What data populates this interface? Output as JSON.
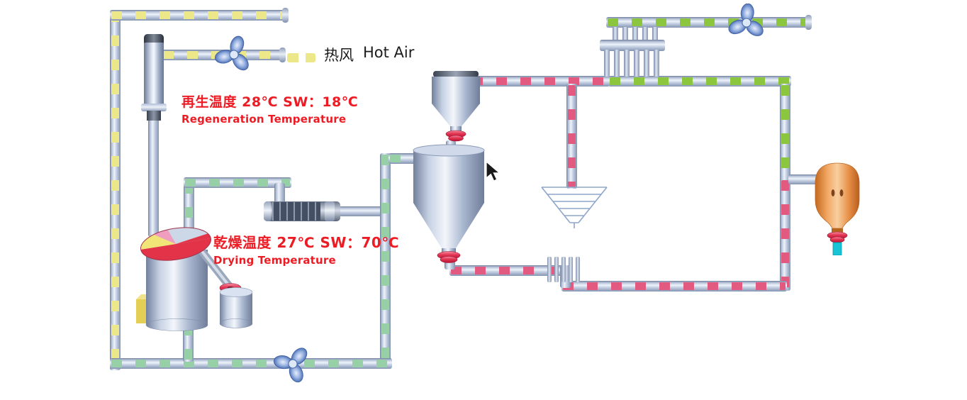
{
  "diagram": {
    "legend": {
      "zh": "热风",
      "en": "Hot Air"
    },
    "readouts": {
      "regeneration": {
        "line1": "再生温度  28℃ SW：18℃",
        "line2": "Regeneration Temperature"
      },
      "drying": {
        "line1": "乾燥温度 27℃ SW：70℃",
        "line2": "Drying Temperature"
      }
    }
  },
  "colors": {
    "hot_air": "#ece789",
    "regen_green": "#8cc63e",
    "loop_green": "#97cfa6",
    "moist_pink": "#e35a80",
    "alert_red": "#ed1c24",
    "tank_orange": "#f0a35e",
    "fan_blue": "#5d7fc0",
    "cyan_outlet": "#16c4d6"
  },
  "icons": {
    "fan": "3-blade propeller fan",
    "cursor": "mouse pointer arrow"
  }
}
